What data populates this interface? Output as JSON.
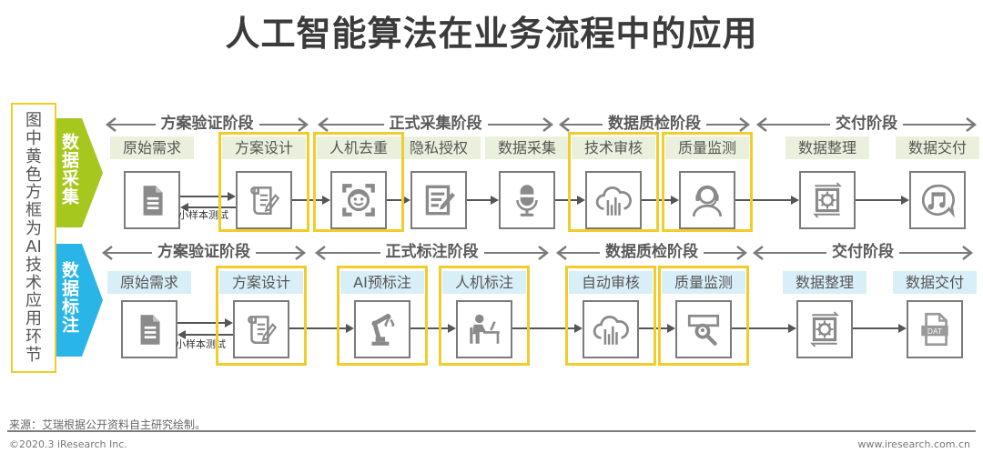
{
  "title": "人工智能算法在业务流程中的应用",
  "legend": {
    "chars": [
      "图",
      "中",
      "黄",
      "色",
      "方",
      "框",
      "为",
      "AI",
      "技",
      "术",
      "应",
      "用",
      "环",
      "节"
    ]
  },
  "colors": {
    "ai_frame": "#f1cd2b",
    "box_border": "#7b7b7b",
    "icon": "#8a8a8a",
    "arrow": "#555555"
  },
  "rows": [
    {
      "name": "数据采集",
      "theme_color": "#a6c81e",
      "label_bg": "#e9f1dd",
      "feedback_label": "小样本测试",
      "phases": [
        {
          "label": "方案验证阶段"
        },
        {
          "label": "正式采集阶段"
        },
        {
          "label": "数据质检阶段"
        },
        {
          "label": "交付阶段"
        }
      ],
      "steps": [
        {
          "label": "原始需求",
          "icon": "document-icon",
          "ai": false
        },
        {
          "label": "方案设计",
          "icon": "scroll-pen-icon",
          "ai": true
        },
        {
          "label": "人机去重",
          "icon": "face-scan-icon",
          "ai": true
        },
        {
          "label": "隐私授权",
          "icon": "form-edit-icon",
          "ai": false
        },
        {
          "label": "数据采集",
          "icon": "microphone-icon",
          "ai": false
        },
        {
          "label": "技术审核",
          "icon": "cloud-chart-icon",
          "ai": true
        },
        {
          "label": "质量监测",
          "icon": "headset-user-icon",
          "ai": true
        },
        {
          "label": "数据整理",
          "icon": "data-process-icon",
          "ai": false
        },
        {
          "label": "数据交付",
          "icon": "music-chat-icon",
          "ai": false
        }
      ]
    },
    {
      "name": "数据标注",
      "theme_color": "#29b5e8",
      "label_bg": "#d9eff8",
      "feedback_label": "小样本测试",
      "phases": [
        {
          "label": "方案验证阶段"
        },
        {
          "label": "正式标注阶段"
        },
        {
          "label": "数据质检阶段"
        },
        {
          "label": "交付阶段"
        }
      ],
      "steps": [
        {
          "label": "原始需求",
          "icon": "document-icon",
          "ai": false
        },
        {
          "label": "方案设计",
          "icon": "scroll-pen-icon",
          "ai": true
        },
        {
          "label": "AI预标注",
          "icon": "robot-arm-icon",
          "ai": true
        },
        {
          "label": "人机标注",
          "icon": "person-desk-icon",
          "ai": true
        },
        {
          "label": "自动审核",
          "icon": "cloud-chart-icon",
          "ai": true
        },
        {
          "label": "质量监测",
          "icon": "magnifier-screen-icon",
          "ai": true
        },
        {
          "label": "数据整理",
          "icon": "data-process-icon",
          "ai": false
        },
        {
          "label": "数据交付",
          "icon": "dat-file-icon",
          "ai": false,
          "icon_text": "DAT"
        }
      ]
    }
  ],
  "footer": {
    "source": "来源：艾瑞根据公开资料自主研究绘制。",
    "copyright": "©2020.3 iResearch Inc.",
    "url": "www.iresearch.com.cn"
  }
}
